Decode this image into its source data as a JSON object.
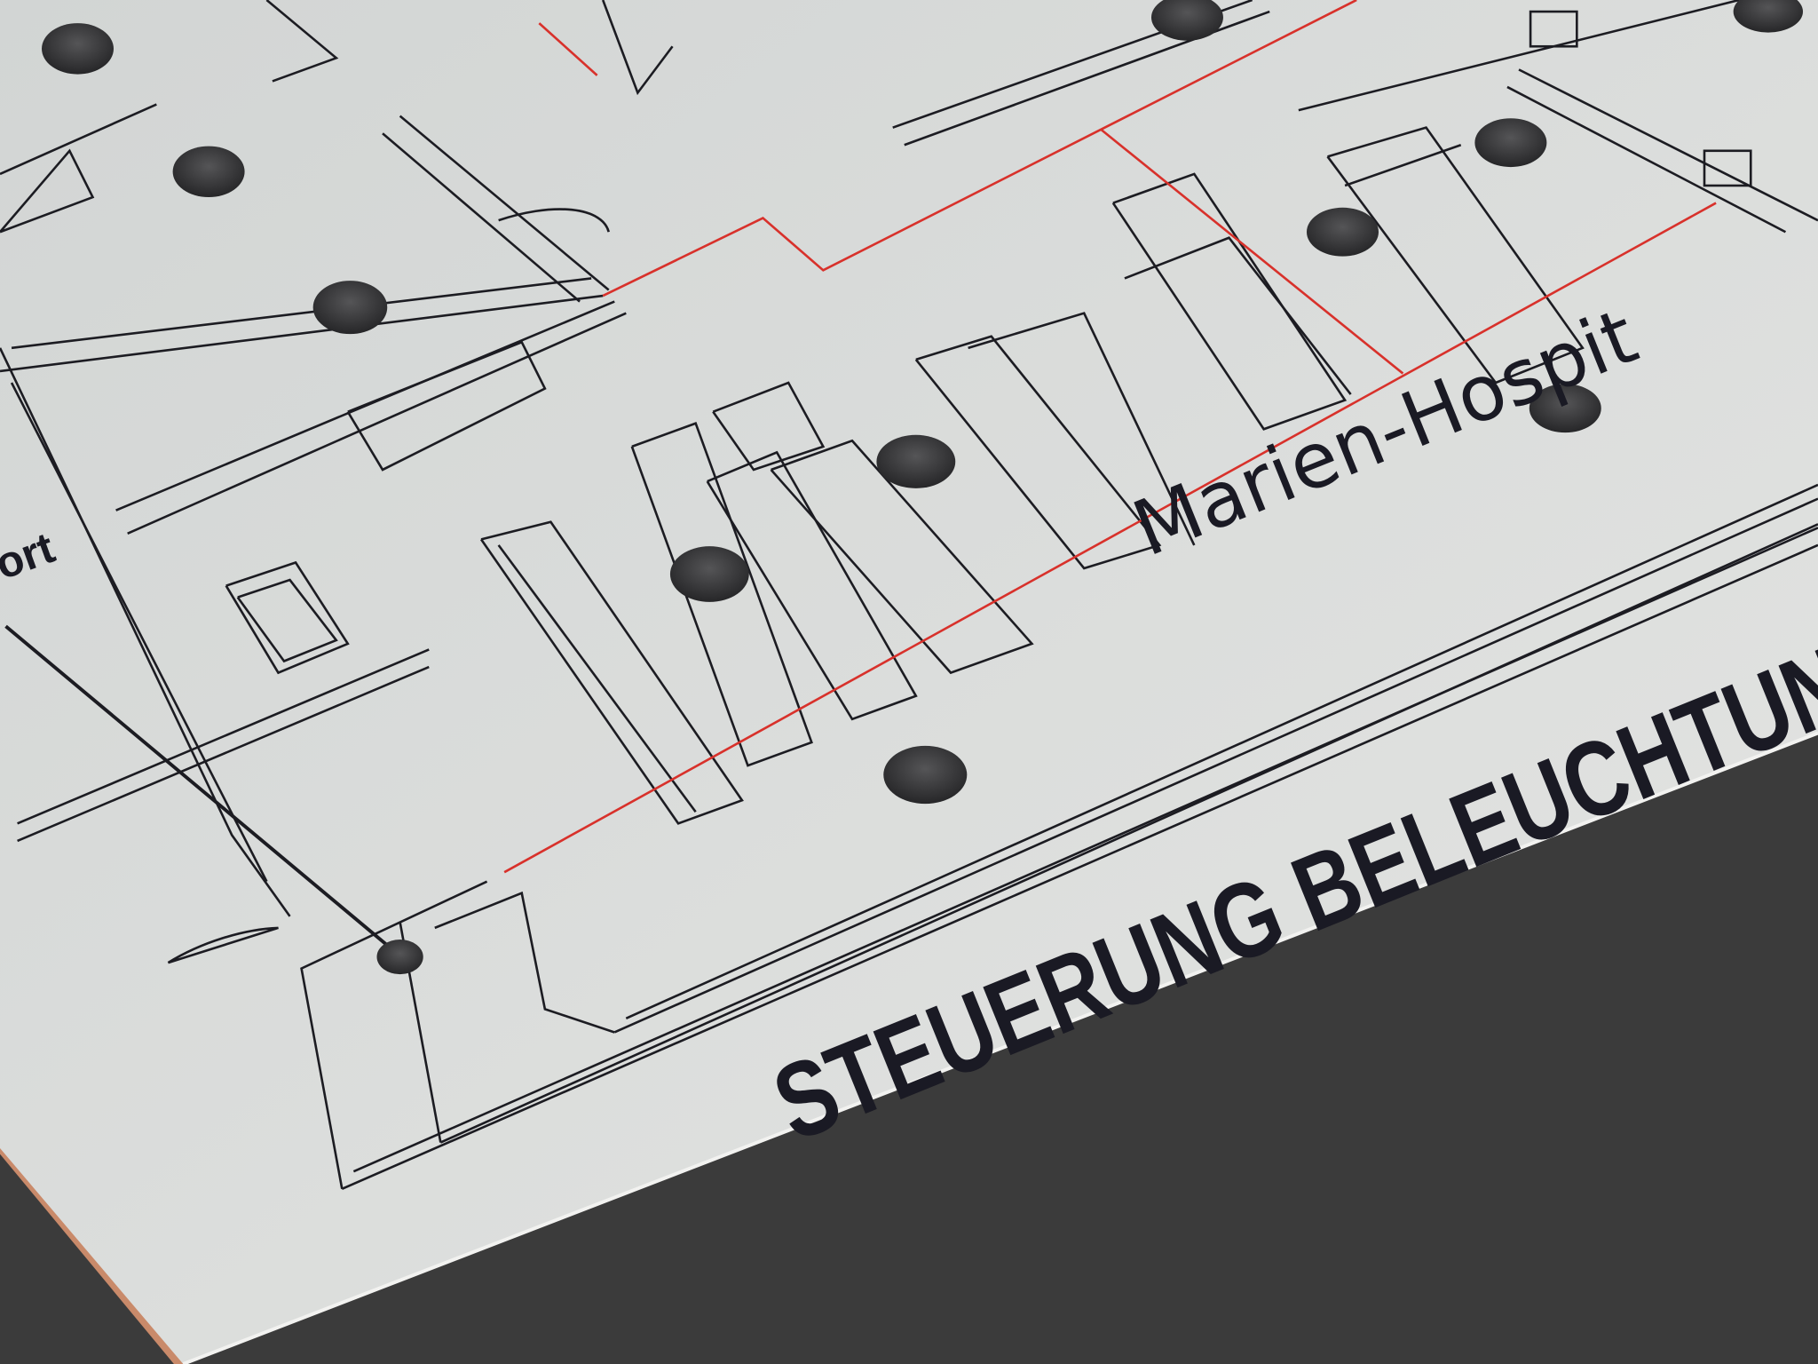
{
  "plate": {
    "title": "STEUERUNG BELEUCHTUN",
    "subtitle": "Marien-Hospit",
    "location_label": "ort"
  },
  "colors": {
    "background": "#3b3b3b",
    "plate": "#dcdedd",
    "edge": "#c98a6a",
    "ink": "#1c1c22",
    "circuit_line": "#d8312b",
    "hole": "#2e2e30"
  }
}
